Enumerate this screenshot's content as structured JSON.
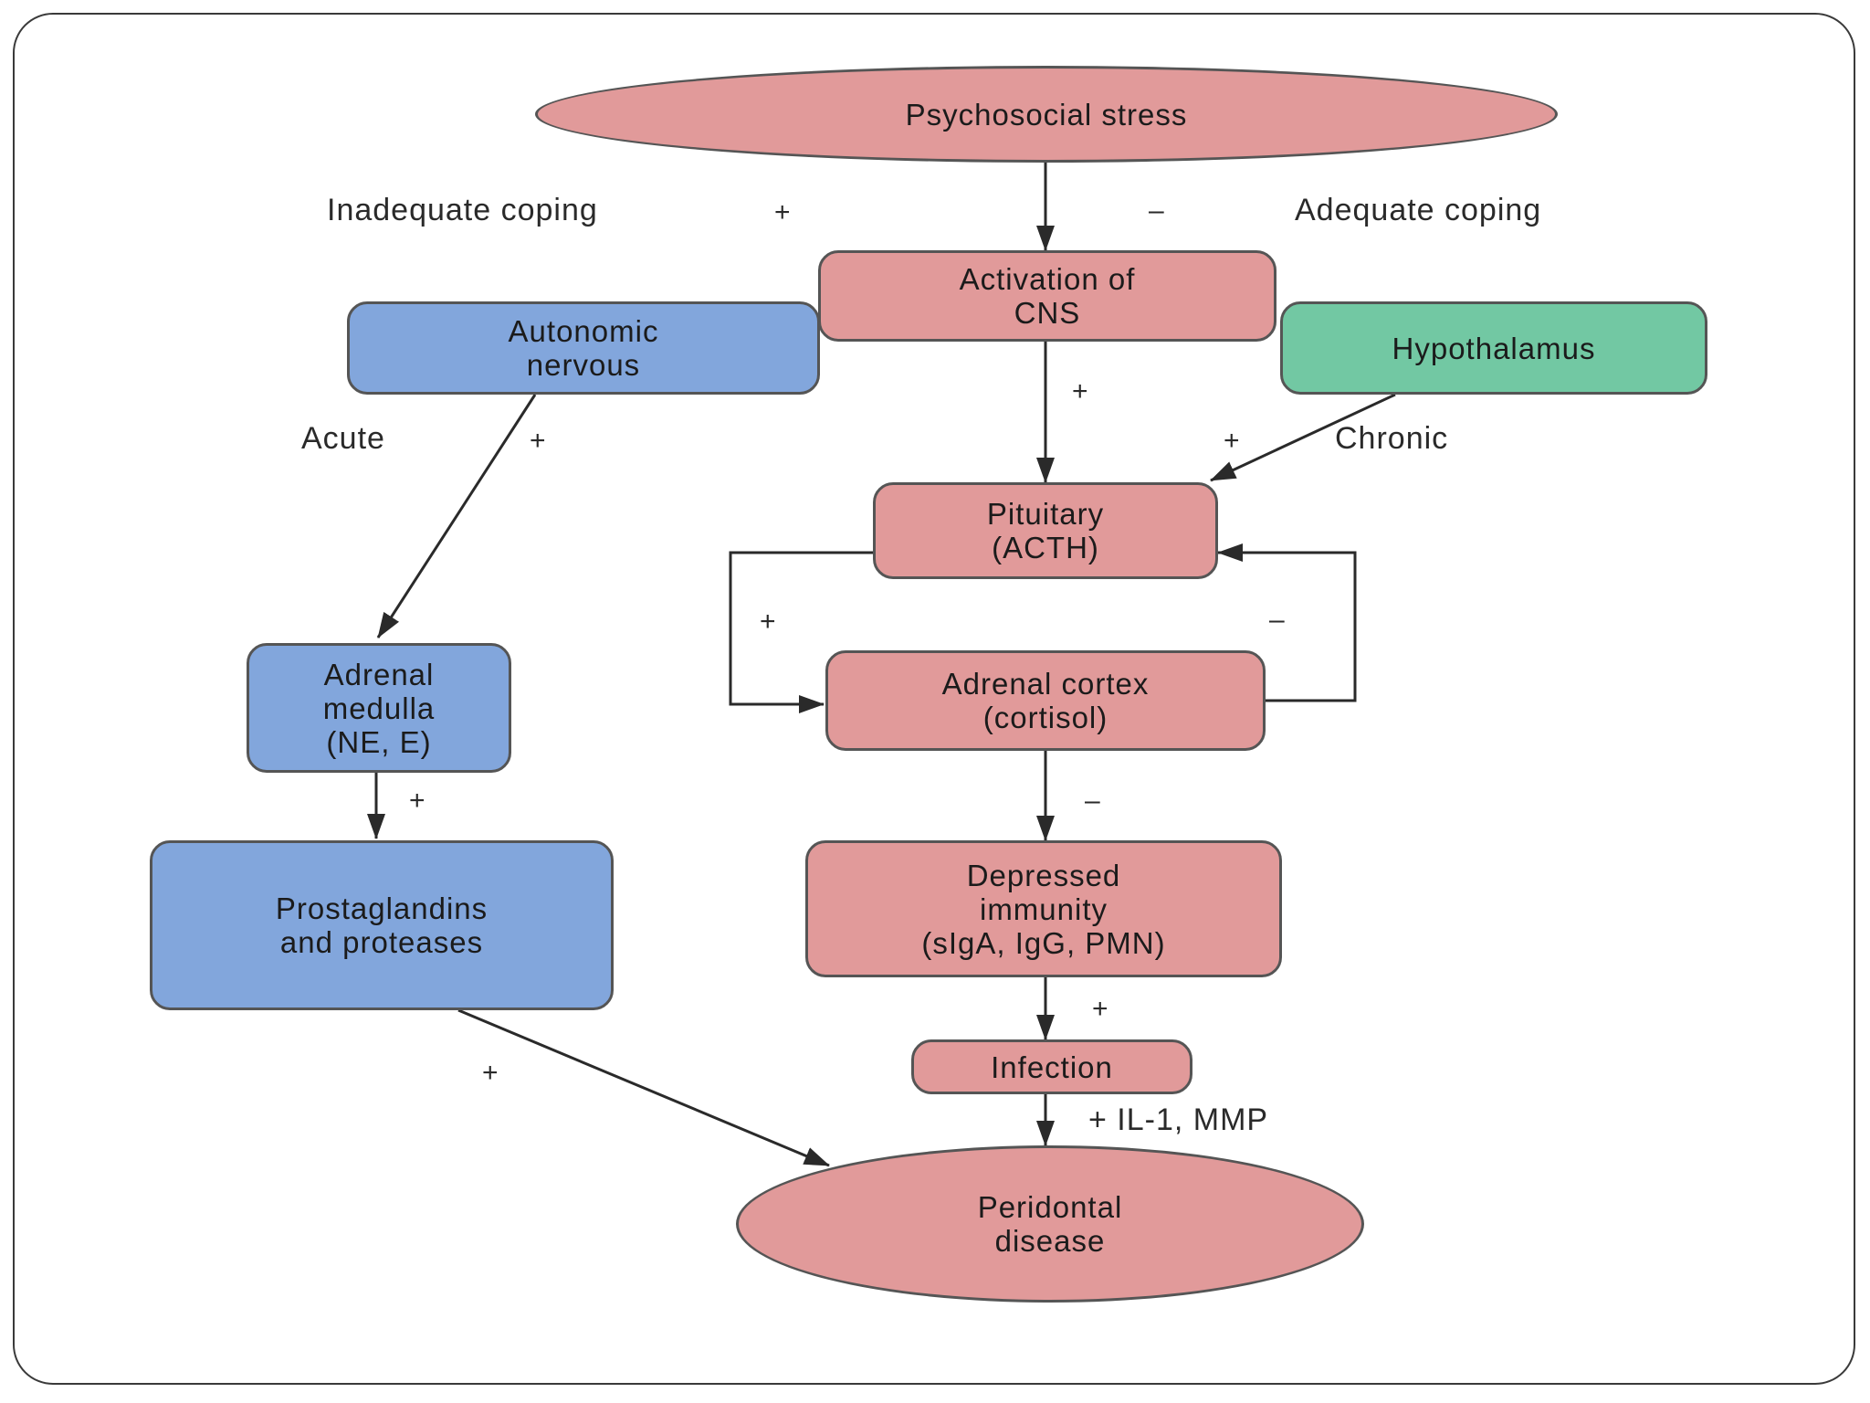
{
  "colors": {
    "red": "#e19a9a",
    "blue": "#82a6dc",
    "green": "#72c8a3",
    "line": "#2a2a2a"
  },
  "nodes": {
    "psychosocial_stress": "Psychosocial stress",
    "activation_cns": "Activation of\nCNS",
    "autonomic_nervous": "Autonomic\nnervous",
    "hypothalamus": "Hypothalamus",
    "pituitary": "Pituitary\n(ACTH)",
    "adrenal_cortex": "Adrenal cortex\n(cortisol)",
    "adrenal_medulla": "Adrenal\nmedulla\n(NE, E)",
    "prostaglandins": "Prostaglandins\nand proteases",
    "depressed_immunity": "Depressed\nimmunity\n(sIgA, IgG, PMN)",
    "infection": "Infection",
    "periodontal_disease": "Peridontal\ndisease"
  },
  "labels": {
    "inadequate_coping": "Inadequate coping",
    "adequate_coping": "Adequate coping",
    "acute": "Acute",
    "chronic": "Chronic",
    "il1_mmp": "+ IL-1, MMP"
  },
  "signs": {
    "plus": "+",
    "minus": "–"
  }
}
